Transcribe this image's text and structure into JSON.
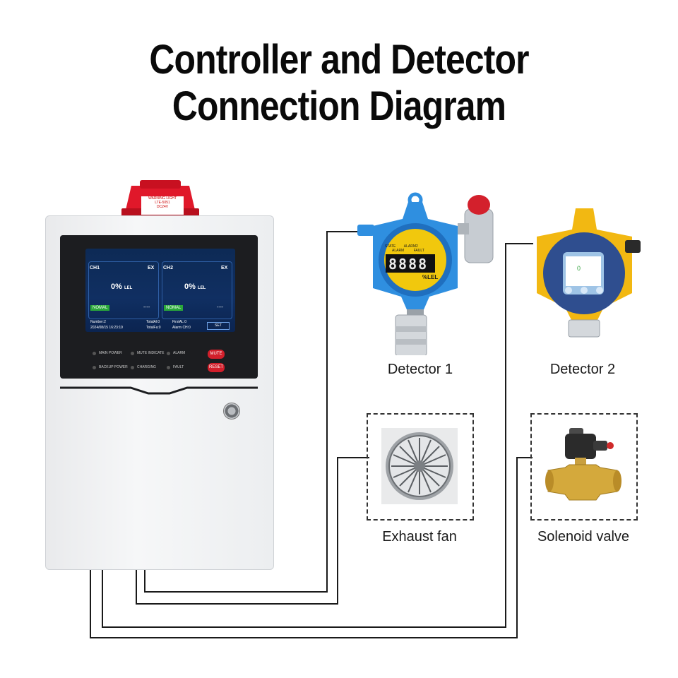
{
  "title": {
    "line1": "Controller and Detector",
    "line2": "Connection Diagram"
  },
  "controller": {
    "warning_light": {
      "line1": "WARNING LIGHT",
      "line2": "LTE-5051",
      "line3": "DC24V"
    },
    "screen": {
      "ch1": {
        "name": "CH1",
        "type": "EX",
        "value": "0%",
        "unit": "LEL",
        "status": "NOMAL",
        "dashes": "----"
      },
      "ch2": {
        "name": "CH2",
        "type": "EX",
        "value": "0%",
        "unit": "LEL",
        "status": "NOMAL",
        "dashes": "----"
      },
      "number": "Number:2",
      "datetime": "2024/08/15 16:23:19",
      "total_al": "TotalAl:0",
      "total_fa": "TotalFa:0",
      "first_al": "FirstAL:0",
      "alarm_ch": "Alarm CH:0",
      "set_button": "SET"
    },
    "indicators": [
      "MAIN POWER",
      "MUTE INDICATE",
      "ALARM",
      "BACKUP POWER",
      "CHARGING",
      "FAULT"
    ],
    "buttons": {
      "mute": "MUTE",
      "reset": "RESET"
    }
  },
  "detector1": {
    "caption": "Detector 1",
    "panel": {
      "state": "STATE",
      "alarm2": "ALARM2",
      "alarm": "ALARM",
      "fault": "FAULT",
      "unit": "%LEL",
      "reading": "8888"
    }
  },
  "detector2": {
    "caption": "Detector 2",
    "screen_value": "0"
  },
  "exhaust_fan": {
    "caption": "Exhaust fan"
  },
  "solenoid_valve": {
    "caption": "Solenoid valve"
  },
  "colors": {
    "wire": "#1a1a1a",
    "detector1_body": "#2f8fe0",
    "detector2_body": "#f2b812",
    "beacon": "#e0182a"
  }
}
